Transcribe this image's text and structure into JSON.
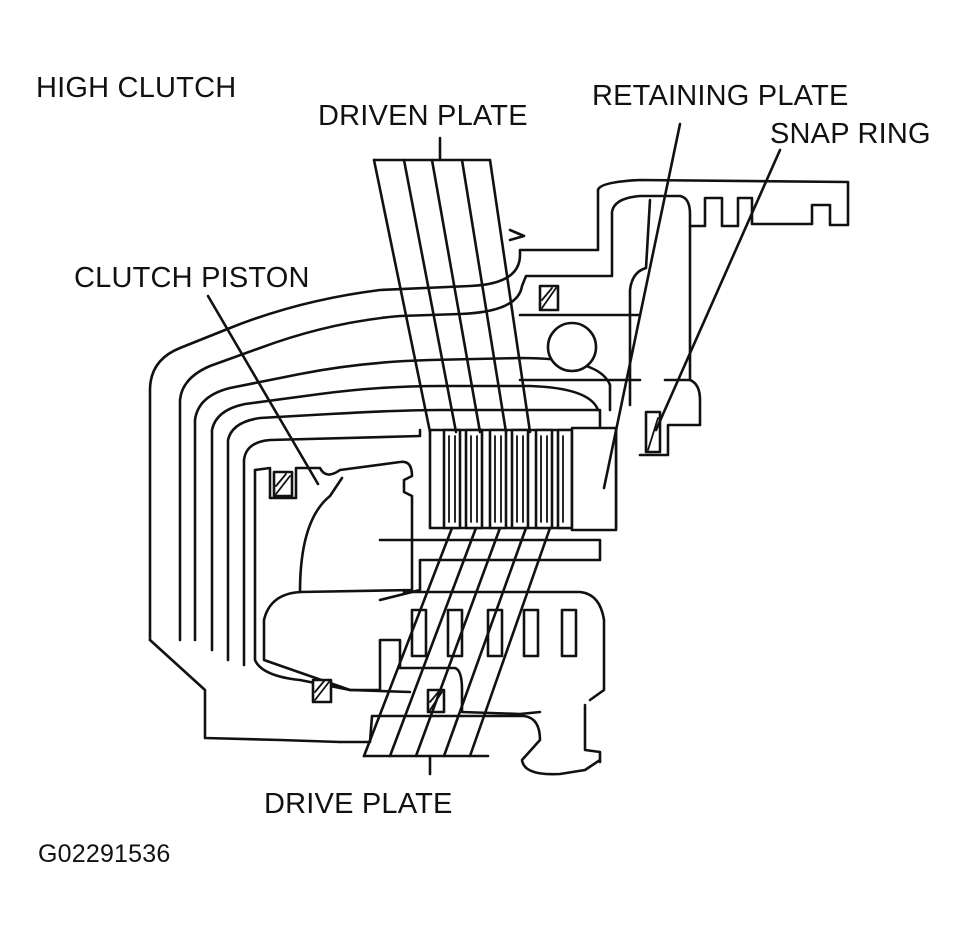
{
  "title": "HIGH CLUTCH",
  "labels": {
    "driven_plate": "DRIVEN PLATE",
    "retaining_plate": "RETAINING PLATE",
    "snap_ring": "SNAP RING",
    "clutch_piston": "CLUTCH PISTON",
    "drive_plate": "DRIVE PLATE"
  },
  "figure_code": "G02291536"
}
